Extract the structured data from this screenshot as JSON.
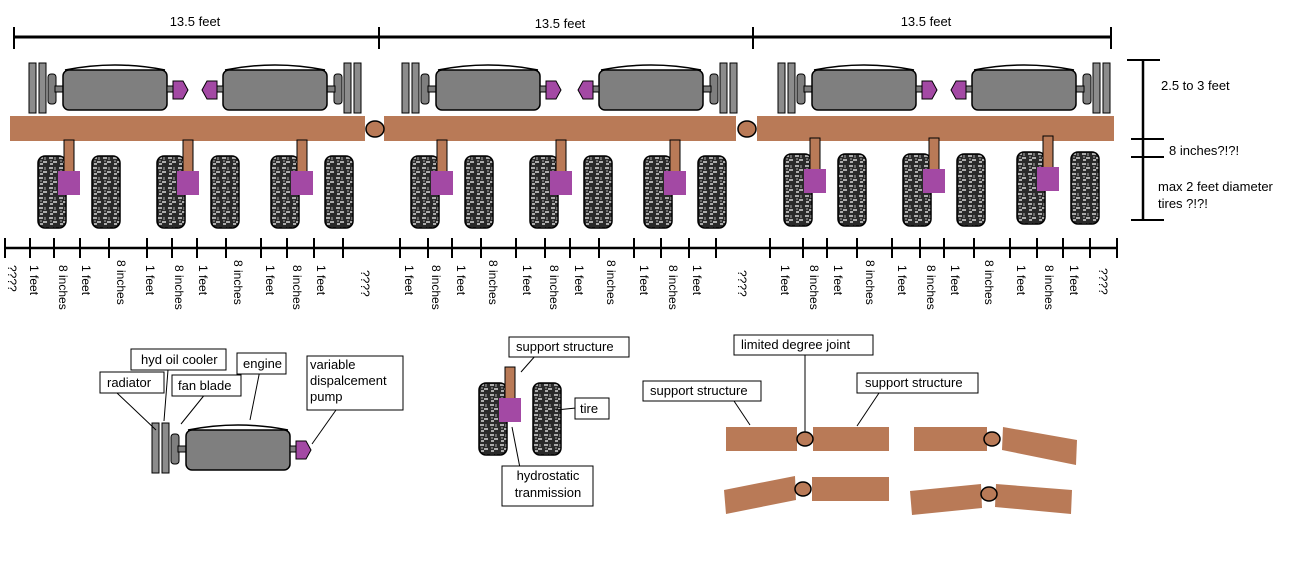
{
  "top_dimensions": {
    "segments": [
      "13.5 feet",
      "13.5 feet",
      "13.5 feet"
    ]
  },
  "side_dimensions": {
    "height_label": "2.5 to 3 feet",
    "beam_label": "8 inches?!?!",
    "tire_label": "max 2 feet diameter tires ?!?!"
  },
  "spacing_labels": [
    "????",
    "1 feet",
    "8 inches",
    "1 feet",
    "8 inches",
    "1 feet",
    "8 inches",
    "1 feet",
    "8 inches",
    "1 feet",
    "8 inches",
    "1 feet",
    "????",
    "1 feet",
    "8 inches",
    "1 feet",
    "8 inches",
    "1 feet",
    "8 inches",
    "1 feet",
    "8 inches",
    "1 feet",
    "8 inches",
    "1 feet",
    "????",
    "1 feet",
    "8 inches",
    "1 feet",
    "8 inches",
    "1 feet",
    "8 inches",
    "1 feet",
    "8 inches",
    "1 feet",
    "8 inches",
    "1 feet",
    "????"
  ],
  "legend_engine": {
    "radiator": "radiator",
    "hyd_oil_cooler": "hyd oil cooler",
    "fan_blade": "fan blade",
    "engine": "engine",
    "pump": "variable dispalcement pump"
  },
  "legend_wheel": {
    "support": "support structure",
    "tire": "tire",
    "transmission": "hydrostatic tranmission"
  },
  "legend_joint": {
    "joint": "limited degree joint",
    "support_left": "support structure",
    "support_right": "support structure"
  },
  "colors": {
    "beam": "#b97a57",
    "transmission": "#a349a4",
    "engine": "#7f7f7f",
    "tire_dark": "#333333"
  }
}
